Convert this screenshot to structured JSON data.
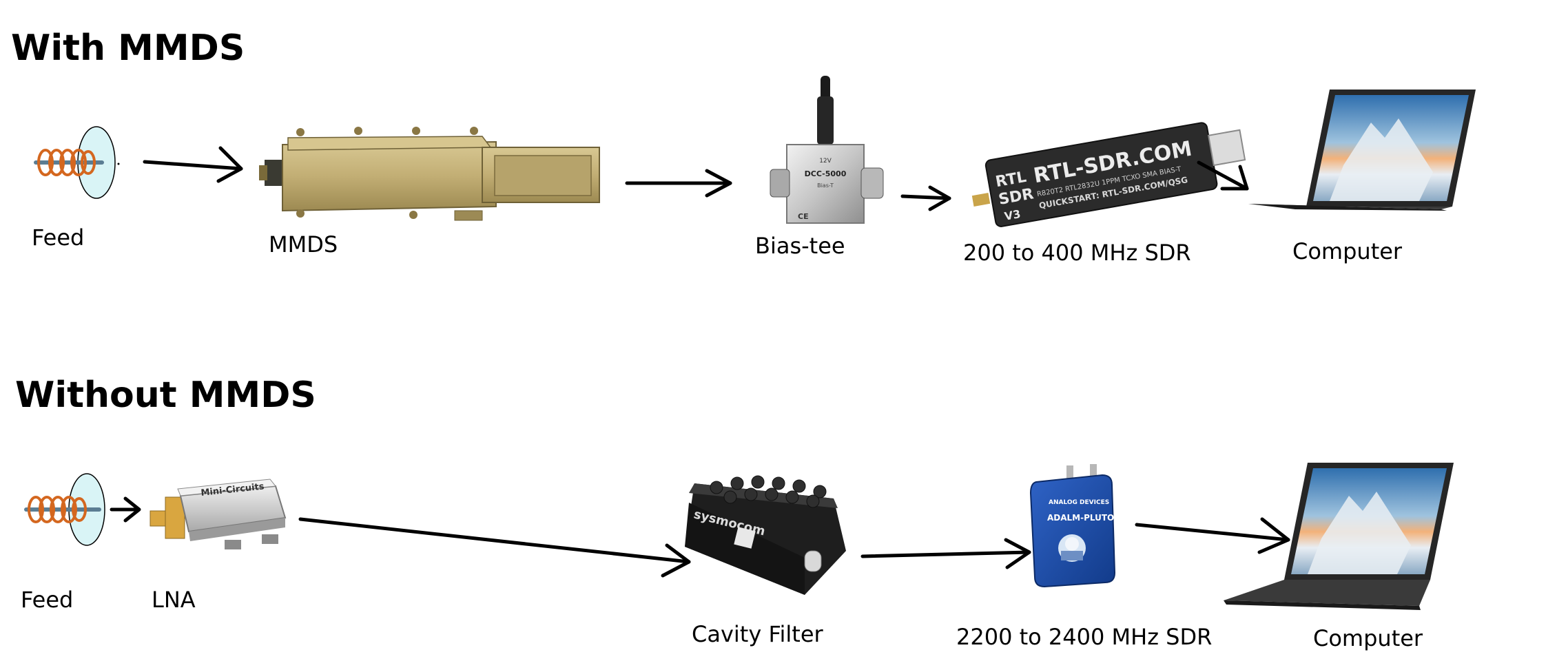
{
  "sections": {
    "with_mmds": {
      "title": "With MMDS",
      "labels": {
        "feed": "Feed",
        "mmds": "MMDS",
        "bias_tee": "Bias-tee",
        "sdr": "200 to 400 MHz SDR",
        "computer": "Computer"
      },
      "device_text": {
        "bias_tee_model": "DCC-5000",
        "bias_tee_voltage": "12V",
        "bias_tee_sub": "Bias-T",
        "bias_tee_ce": "CE",
        "sdr_brand_1": "RTL",
        "sdr_brand_2": "SDR",
        "sdr_main": "RTL-SDR.COM",
        "sdr_sub": "R820T2 RTL2832U 1PPM TCXO SMA BIAS-T",
        "sdr_quick": "QUICKSTART: RTL-SDR.COM/QSG",
        "sdr_model": "V3"
      }
    },
    "without_mmds": {
      "title": "Without MMDS",
      "labels": {
        "feed": "Feed",
        "lna": "LNA",
        "cavity_filter": "Cavity Filter",
        "sdr": "2200 to 2400 MHz SDR",
        "computer": "Computer"
      },
      "device_text": {
        "lna_brand": "Mini-Circuits",
        "cavity_brand": "sysmocom",
        "pluto_model": "ADALM-PLUTO",
        "pluto_brand": "ANALOG DEVICES"
      }
    }
  },
  "colors": {
    "coil": "#d4671f",
    "dish": "#d9f4f6",
    "mmds_gold": "#c6b47e",
    "bias_tee_silver": "#c9c9c9",
    "sdr_dark": "#2b2b2b",
    "lna_gold": "#d9a640",
    "cavity_black": "#1e1e1e",
    "pluto_blue": "#1f4ea8",
    "laptop_body": "#2b2b2b"
  }
}
